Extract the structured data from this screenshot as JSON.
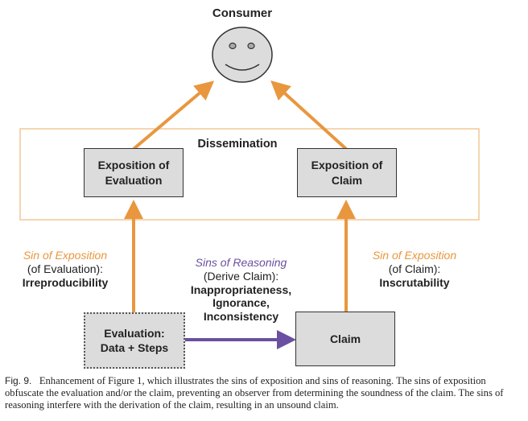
{
  "consumer": {
    "label": "Consumer",
    "icon": "smiley-face-icon"
  },
  "dissemination": {
    "label": "Dissemination"
  },
  "nodes": {
    "exposition_evaluation": {
      "line1": "Exposition of",
      "line2": "Evaluation"
    },
    "exposition_claim": {
      "line1": "Exposition of",
      "line2": "Claim"
    },
    "evaluation": {
      "line1": "Evaluation:",
      "line2": "Data + Steps"
    },
    "claim": {
      "label": "Claim"
    }
  },
  "annotations": {
    "sin_eval": {
      "title": "Sin of Exposition",
      "sub": "(of Evaluation):",
      "name": "Irreproducibility"
    },
    "sin_claim": {
      "title": "Sin of Exposition",
      "sub": "(of Claim):",
      "name": "Inscrutability"
    },
    "sin_reasoning": {
      "title": "Sins of Reasoning",
      "sub": "(Derive Claim):",
      "line1": "Inappropriateness,",
      "line2": "Ignorance,",
      "line3": "Inconsistency"
    }
  },
  "colors": {
    "exposition": "#e8973e",
    "reasoning": "#6b4fa0",
    "dissemination_border": "#f2c795",
    "box_fill": "#dcdcdc"
  },
  "caption": {
    "prefix": "Fig. 9.",
    "text": "Enhancement of Figure 1, which illustrates the sins of exposition and sins of reasoning. The sins of exposition obfuscate the evaluation and/or the claim, preventing an observer from determining the soundness of the claim. The sins of reasoning interfere with the derivation of the claim, resulting in an unsound claim."
  }
}
